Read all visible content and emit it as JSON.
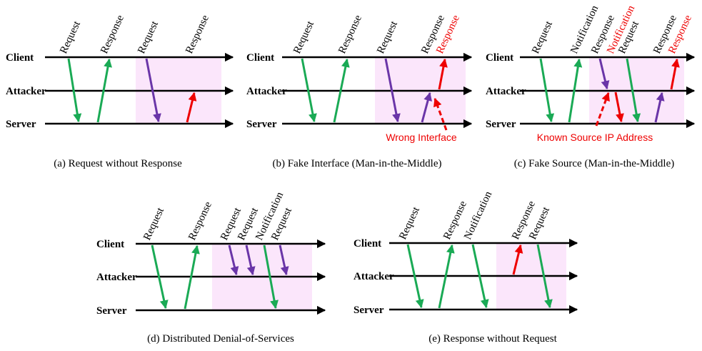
{
  "colors": {
    "lane": "#000000",
    "request": "#1aaa55",
    "attack_request": "#6a35a8",
    "attack": "#ee0000",
    "highlight": "#fbe6fb"
  },
  "lanes": [
    "Client",
    "Attacker",
    "Server"
  ],
  "panels": [
    {
      "id": "a",
      "caption": "(a) Request without  Response",
      "labels": {
        "client": "Client",
        "attacker": "Attacker",
        "server": "Server"
      },
      "messages": [
        {
          "label": "Request",
          "from": "Client",
          "to": "Server",
          "color": "request",
          "label_color": "black"
        },
        {
          "label": "Response",
          "from": "Server",
          "to": "Client",
          "color": "request",
          "label_color": "black"
        },
        {
          "label": "Request",
          "from": "Client",
          "to": "Server",
          "color": "attack_request",
          "label_color": "black"
        },
        {
          "label": "Response",
          "from": "Server",
          "to": "Attacker",
          "color": "attack",
          "label_color": "black"
        }
      ]
    },
    {
      "id": "b",
      "caption": "(b) Fake Interface (Man-in-the-Middle)",
      "labels": {
        "client": "Client",
        "attacker": "Attacker",
        "server": "Server"
      },
      "note": "Wrong Interface",
      "messages": [
        {
          "label": "Request",
          "from": "Client",
          "to": "Server",
          "color": "request",
          "label_color": "black"
        },
        {
          "label": "Response",
          "from": "Server",
          "to": "Client",
          "color": "request",
          "label_color": "black"
        },
        {
          "label": "Request",
          "from": "Client",
          "to": "Server",
          "color": "attack_request",
          "label_color": "black"
        },
        {
          "label": "Response",
          "from": "Server",
          "to": "Attacker",
          "color": "attack_request",
          "label_color": "black"
        },
        {
          "label": "Response",
          "from": "Attacker",
          "to": "Client",
          "color": "attack",
          "label_color": "red"
        }
      ]
    },
    {
      "id": "c",
      "caption": "(c) Fake Source (Man-in-the-Middle)",
      "labels": {
        "client": "Client",
        "attacker": "Attacker",
        "server": "Server"
      },
      "note": "Known Source IP Address",
      "messages": [
        {
          "label": "Request",
          "from": "Client",
          "to": "Server",
          "color": "request",
          "label_color": "black"
        },
        {
          "label": "Notification",
          "from": "Server",
          "to": "Client",
          "color": "request",
          "label_color": "black"
        },
        {
          "label": "Response",
          "from": "Client",
          "to": "Attacker",
          "color": "attack_request",
          "label_color": "black"
        },
        {
          "label": "Notification",
          "from": "Attacker",
          "to": "Server",
          "color": "attack",
          "label_color": "red"
        },
        {
          "label": "Request",
          "from": "Client",
          "to": "Server",
          "color": "request",
          "label_color": "black"
        },
        {
          "label": "Response",
          "from": "Server",
          "to": "Attacker",
          "color": "attack_request",
          "label_color": "black"
        },
        {
          "label": "Response",
          "from": "Attacker",
          "to": "Client",
          "color": "attack",
          "label_color": "red"
        }
      ]
    },
    {
      "id": "d",
      "caption": "(d)  Distributed Denial-of-Services",
      "labels": {
        "client": "Client",
        "attacker": "Attacker",
        "server": "Server"
      },
      "messages": [
        {
          "label": "Request",
          "from": "Client",
          "to": "Server",
          "color": "request",
          "label_color": "black"
        },
        {
          "label": "Response",
          "from": "Server",
          "to": "Client",
          "color": "request",
          "label_color": "black"
        },
        {
          "label": "Request",
          "from": "Client",
          "to": "Attacker",
          "color": "attack_request",
          "label_color": "black"
        },
        {
          "label": "Request",
          "from": "Client",
          "to": "Attacker",
          "color": "attack_request",
          "label_color": "black"
        },
        {
          "label": "Notification",
          "from": "Client",
          "to": "Server",
          "color": "request",
          "label_color": "black"
        },
        {
          "label": "Request",
          "from": "Client",
          "to": "Attacker",
          "color": "attack_request",
          "label_color": "black"
        }
      ]
    },
    {
      "id": "e",
      "caption": "(e) Response without Request",
      "labels": {
        "client": "Client",
        "attacker": "Attacker",
        "server": "Server"
      },
      "messages": [
        {
          "label": "Request",
          "from": "Client",
          "to": "Server",
          "color": "request",
          "label_color": "black"
        },
        {
          "label": "Response",
          "from": "Server",
          "to": "Client",
          "color": "request",
          "label_color": "black"
        },
        {
          "label": "Notification",
          "from": "Client",
          "to": "Server",
          "color": "request",
          "label_color": "black"
        },
        {
          "label": "Response",
          "from": "Attacker",
          "to": "Client",
          "color": "attack",
          "label_color": "black"
        },
        {
          "label": "Request",
          "from": "Client",
          "to": "Server",
          "color": "request",
          "label_color": "black"
        }
      ]
    }
  ]
}
